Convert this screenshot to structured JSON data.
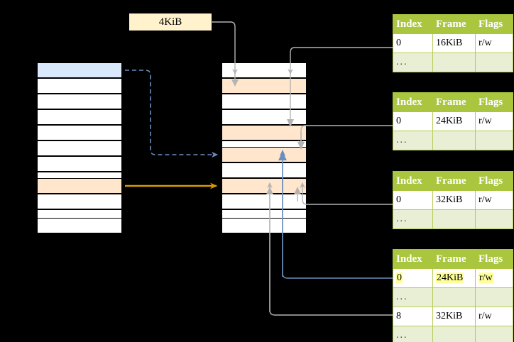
{
  "diagram": {
    "title_badge": {
      "label": "4KiB"
    },
    "colors": {
      "background": "#000000",
      "cell_fill": "#ffffff",
      "cell_border": "#000000",
      "highlight_blue": "#dae8fc",
      "highlight_peach": "#ffe6cc",
      "badge_fill": "#fff2cc",
      "table_header_fill": "#aac63f",
      "table_header_text": "#ffffff",
      "table_border": "#b5cc55",
      "table_ellipsis_fill": "#e9efd4",
      "text_highlight_yellow": "#ffff99",
      "arrow_gray": "#b3b3b3",
      "arrow_blue": "#6c8ebf",
      "arrow_orange": "#d79b00"
    },
    "left_column": {
      "name": "virtual-address-space",
      "rows": 11,
      "cells": [
        {
          "fill": "highlight_blue"
        },
        {
          "fill": "cell_fill"
        },
        {
          "fill": "cell_fill"
        },
        {
          "fill": "cell_fill"
        },
        {
          "fill": "cell_fill"
        },
        {
          "fill": "cell_fill"
        },
        {
          "fill": "cell_fill"
        },
        {
          "fill": "highlight_peach"
        },
        {
          "fill": "cell_fill"
        },
        {
          "fill": "cell_fill"
        },
        {
          "fill": "cell_fill"
        }
      ]
    },
    "middle_column": {
      "name": "physical-memory",
      "rows": 11,
      "cells": [
        {
          "fill": "cell_fill"
        },
        {
          "fill": "highlight_peach"
        },
        {
          "fill": "cell_fill"
        },
        {
          "fill": "cell_fill"
        },
        {
          "fill": "highlight_peach"
        },
        {
          "fill": "cell_fill"
        },
        {
          "fill": "highlight_peach"
        },
        {
          "fill": "cell_fill"
        },
        {
          "fill": "highlight_peach"
        },
        {
          "fill": "cell_fill"
        },
        {
          "fill": "cell_fill"
        }
      ]
    },
    "tables": [
      {
        "name": "page-table-level-4",
        "headers": [
          "Index",
          "Frame",
          "Flags"
        ],
        "rows": [
          {
            "cells": [
              "0",
              "16KiB",
              "r/w"
            ],
            "style": "normal"
          },
          {
            "cells": [
              "...",
              "",
              ""
            ],
            "style": "ellipsis"
          }
        ]
      },
      {
        "name": "page-table-level-3",
        "headers": [
          "Index",
          "Frame",
          "Flags"
        ],
        "rows": [
          {
            "cells": [
              "0",
              "24KiB",
              "r/w"
            ],
            "style": "normal"
          },
          {
            "cells": [
              "...",
              "",
              ""
            ],
            "style": "ellipsis"
          }
        ]
      },
      {
        "name": "page-table-level-2",
        "headers": [
          "Index",
          "Frame",
          "Flags"
        ],
        "rows": [
          {
            "cells": [
              "0",
              "32KiB",
              "r/w"
            ],
            "style": "normal"
          },
          {
            "cells": [
              "...",
              "",
              ""
            ],
            "style": "ellipsis"
          }
        ]
      },
      {
        "name": "page-table-level-1",
        "headers": [
          "Index",
          "Frame",
          "Flags"
        ],
        "rows": [
          {
            "cells": [
              "0",
              "24KiB",
              "r/w"
            ],
            "style": "highlighted"
          },
          {
            "cells": [
              "...",
              "",
              ""
            ],
            "style": "ellipsis"
          },
          {
            "cells": [
              "8",
              "32KiB",
              "r/w"
            ],
            "style": "normal"
          },
          {
            "cells": [
              "...",
              "",
              ""
            ],
            "style": "ellipsis"
          }
        ]
      }
    ],
    "connections": [
      {
        "name": "badge-to-frame",
        "style": "gray-solid"
      },
      {
        "name": "virtual-page-to-frame",
        "style": "blue-dashed"
      },
      {
        "name": "virtual-page-to-frame-orange",
        "style": "orange-solid"
      },
      {
        "name": "l4-frame-to-memory",
        "style": "gray-solid"
      },
      {
        "name": "l3-frame-to-memory",
        "style": "gray-solid"
      },
      {
        "name": "l2-frame-to-memory",
        "style": "gray-solid"
      },
      {
        "name": "l1-frame-to-memory",
        "style": "blue-solid"
      },
      {
        "name": "l1-row8-frame-to-memory",
        "style": "gray-solid"
      }
    ]
  }
}
